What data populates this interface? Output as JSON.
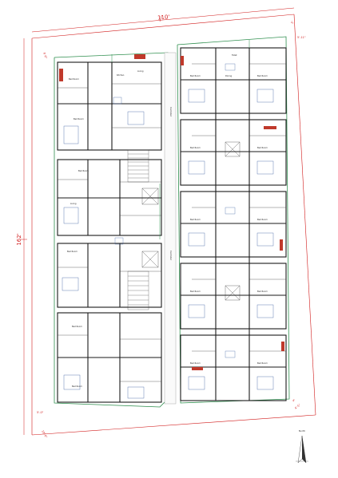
{
  "dimensions": {
    "top": "110'",
    "left": "162'",
    "corner_top_left": "4'-0\"",
    "corner_top_right": "5'",
    "corner_right": "5'-11\"",
    "corner_bottom_left": "5'-0\"",
    "corner_bottom_left_2": "10'-6\"",
    "corner_bottom_right": "4'",
    "corner_bottom_right_2": "4'-5\""
  },
  "labels": {
    "corridor": "Corridor",
    "bed_room": "Bed Room",
    "kitchen": "Kitchen",
    "living": "Living",
    "toilet": "Toilet",
    "dining": "Dining"
  },
  "compass": {
    "label": "North"
  },
  "colors": {
    "wall": "#1a1a1a",
    "boundary": "#2f8f4f",
    "dimension": "#d11a1a",
    "furniture": "#3a5fa0",
    "accent": "#c0392b"
  }
}
